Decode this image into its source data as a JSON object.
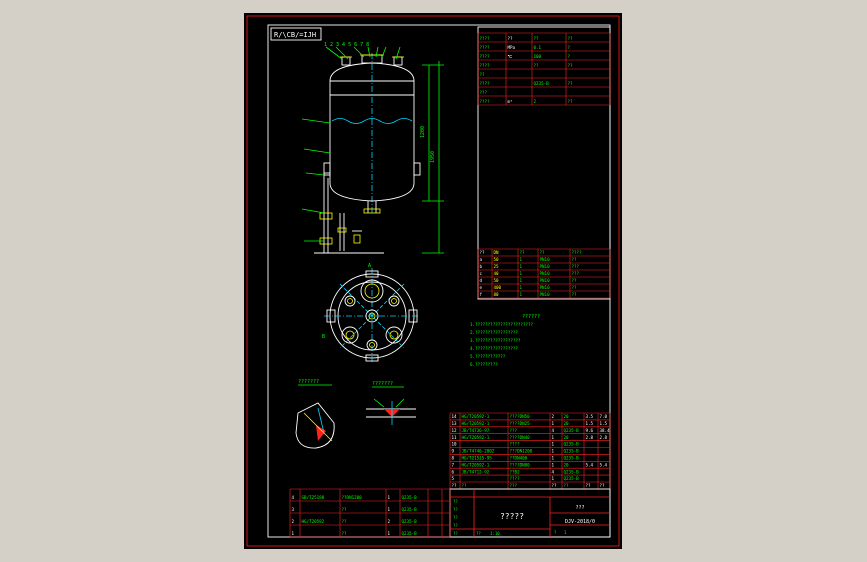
{
  "drawing": {
    "corner_label": "R/\\CB/=IJH",
    "center_title": "?????",
    "sheet_title": "???",
    "drawing_number": "DJV-2018/0",
    "tech_heading": "??????",
    "tech_notes": [
      "1.???????????????????????",
      "2.?????????????????",
      "3.??????????????????",
      "4.?????????????????",
      "5.????????????",
      "6.?????????"
    ],
    "detail_labels": [
      "???????",
      "???????"
    ]
  },
  "spec_table": {
    "rows": [
      [
        "????",
        "??",
        "??",
        "??"
      ],
      [
        "????",
        "MPa",
        "0.1",
        "?"
      ],
      [
        "????",
        "℃",
        "100",
        "?"
      ],
      [
        "????",
        "",
        "??",
        "??"
      ],
      [
        "??",
        "",
        "",
        ""
      ],
      [
        "????",
        "",
        "Q235-B",
        "??"
      ],
      [
        "???",
        "",
        "",
        ""
      ],
      [
        "????",
        "m³",
        "2",
        "??"
      ]
    ]
  },
  "nozzle_table": {
    "headers": [
      "??",
      "DN",
      "??",
      "??",
      "????"
    ],
    "rows": [
      [
        "a",
        "50",
        "1",
        "PN10",
        "??"
      ],
      [
        "b",
        "25",
        "1",
        "PN10",
        "???"
      ],
      [
        "c",
        "40",
        "1",
        "PN10",
        "???"
      ],
      [
        "d",
        "50",
        "1",
        "PN10",
        "??"
      ],
      [
        "e",
        "400",
        "1",
        "PN10",
        "??"
      ],
      [
        "f",
        "80",
        "1",
        "PN10",
        "??"
      ]
    ]
  },
  "parts_list": {
    "rows": [
      [
        "14",
        "HG/T20592-1",
        "????DN50",
        "2",
        "20",
        "3.5",
        "7.0"
      ],
      [
        "13",
        "HG/T20592-1",
        "????DN25",
        "1",
        "20",
        "1.5",
        "1.5"
      ],
      [
        "12",
        "JB/T4736-97",
        "???",
        "4",
        "Q235-B",
        "9.6",
        "38.4"
      ],
      [
        "11",
        "HG/T20592-1",
        "????DN40",
        "1",
        "20",
        "2.8",
        "2.8"
      ],
      [
        "10",
        "",
        "????",
        "1",
        "Q235-B",
        "",
        ""
      ],
      [
        "9",
        "JB/T4746-2002",
        "???DN1200",
        "1",
        "Q235-B",
        "",
        ""
      ],
      [
        "8",
        "HG/T21515-95",
        "??DN400",
        "1",
        "Q235-B",
        "",
        ""
      ],
      [
        "7",
        "HG/T20592-1",
        "????DN80",
        "1",
        "20",
        "5.4",
        "5.4"
      ],
      [
        "6",
        "JB/T4712-92",
        "??B2",
        "4",
        "Q235-B",
        "",
        ""
      ],
      [
        "5",
        "",
        "????",
        "1",
        "Q235-B",
        "",
        ""
      ],
      [
        "4",
        "GB/T25198",
        "??DN1200",
        "1",
        "Q235-B",
        "",
        ""
      ],
      [
        "3",
        "",
        "??",
        "1",
        "Q235-B",
        "",
        ""
      ],
      [
        "2",
        "HG/T20592",
        "??",
        "2",
        "Q235-B",
        "",
        ""
      ],
      [
        "1",
        "",
        "??",
        "1",
        "Q235-B",
        "",
        ""
      ]
    ],
    "header": [
      "??",
      "??",
      "???",
      "??",
      "??",
      "??",
      "??"
    ]
  },
  "title_block": {
    "left_labels": [
      "??",
      "??",
      "??",
      "??",
      "??"
    ],
    "scale_label": "??",
    "scale": "1:10",
    "sheet_label": "?",
    "sheet_no": "1"
  }
}
